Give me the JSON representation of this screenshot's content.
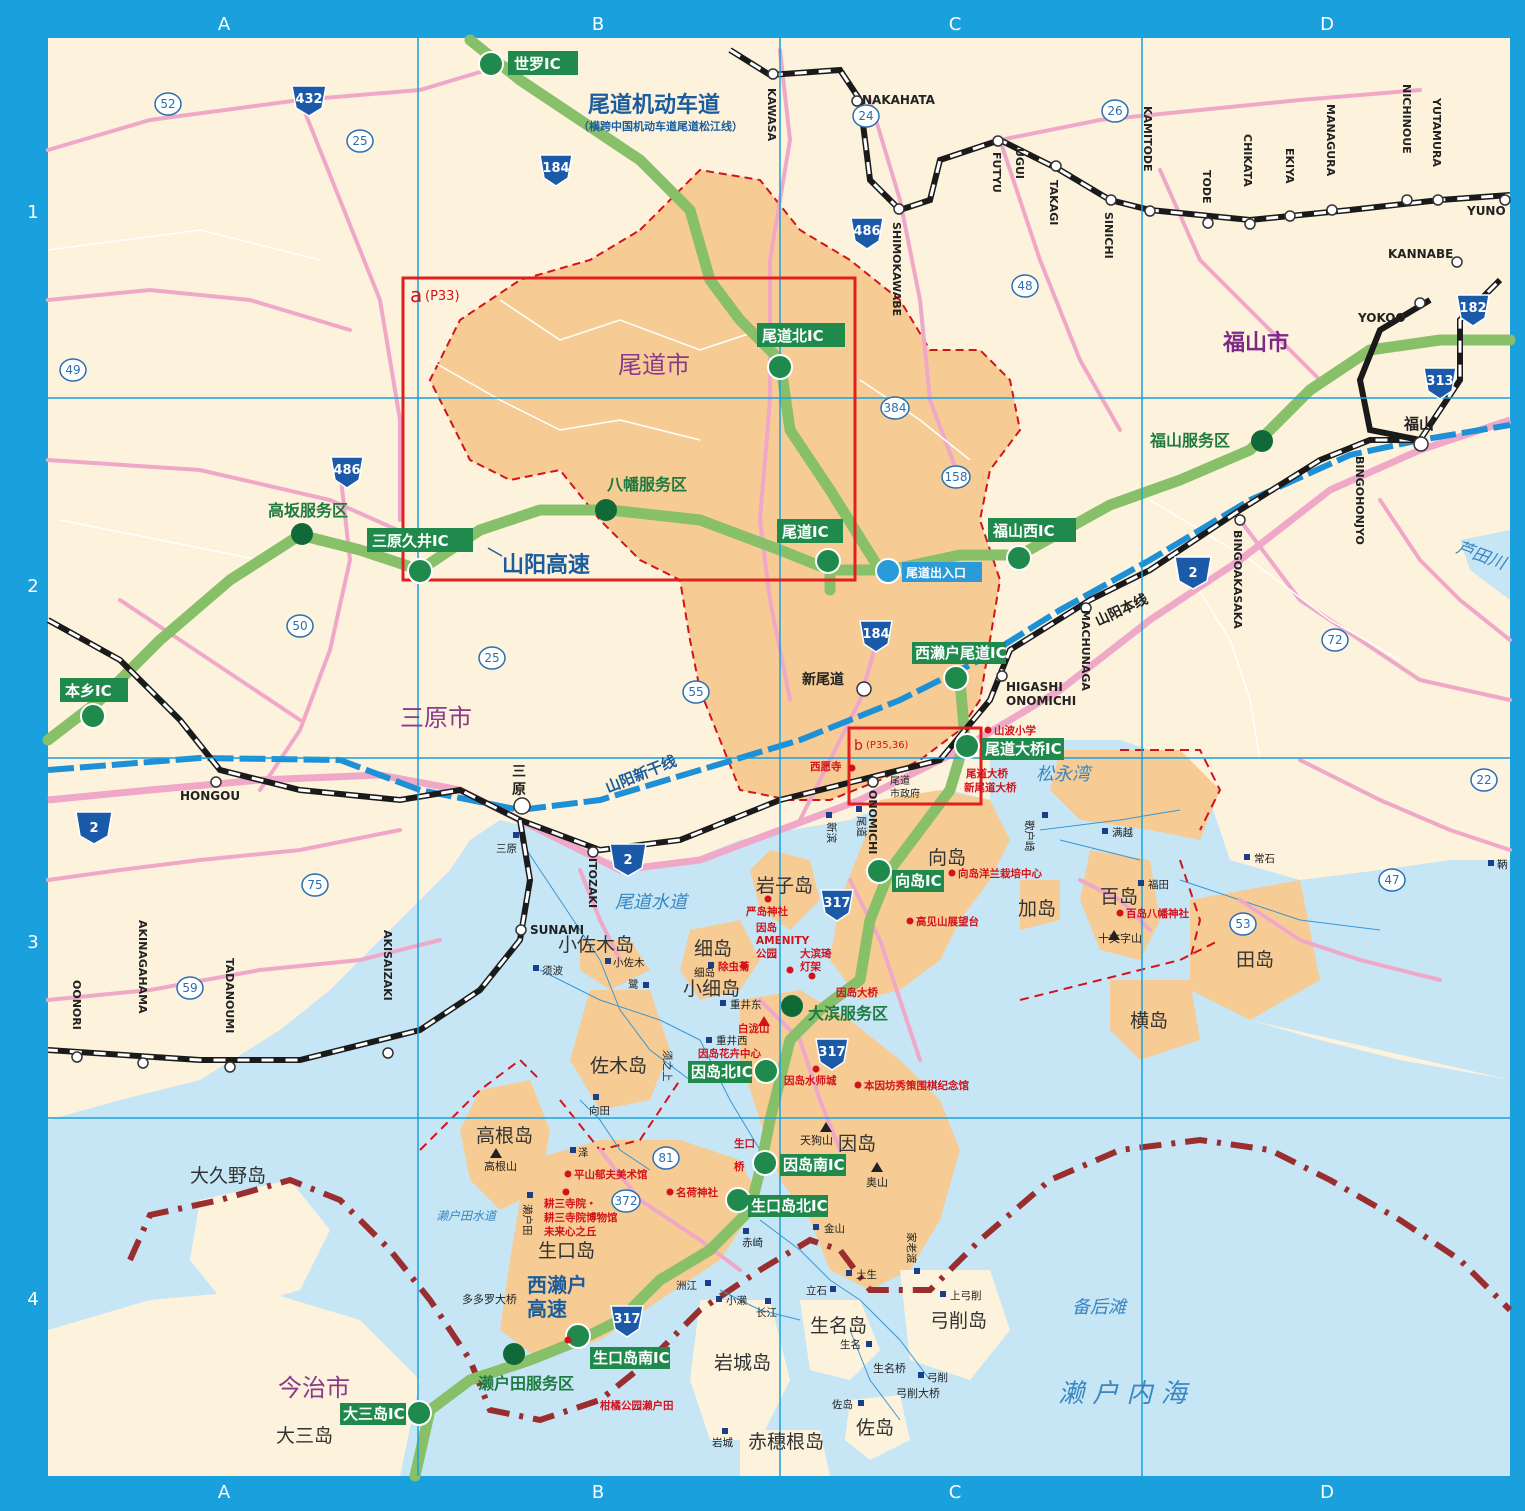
{
  "colors": {
    "frame": "#1aa0dc",
    "land": "#fdf3dd",
    "city_area": "#f6cc94",
    "sea": "#c6e6f6",
    "expressway": "#88c06a",
    "expressway_label_bg": "#1f8a4c",
    "shinkansen": "#1e90d6",
    "route_shield": "#1a5aa8",
    "boundary": "#d4121c",
    "pref_boundary": "#9a2e2e",
    "frame_box": "#e02020"
  },
  "grid": {
    "columns": [
      "A",
      "B",
      "C",
      "D"
    ],
    "rows": [
      "1",
      "2",
      "3",
      "4"
    ]
  },
  "cities": {
    "onomichi": "尾道市",
    "mihara": "三原市",
    "fukuyama": "福山市",
    "imabari": "今治市"
  },
  "expressways": {
    "onomichi_exp": "尾道机动车道",
    "onomichi_exp_sub": "（横跨中国机动车道尾道松江线）",
    "sanyo": "山阳高速",
    "nishiseto_1": "西濑户",
    "nishiseto_2": "高速"
  },
  "railways": {
    "shinkansen": "山阳新干线",
    "sanyo_main": "山阳本线"
  },
  "interchanges": [
    "世罗IC",
    "尾道北IC",
    "尾道IC",
    "三原久井IC",
    "福山西IC",
    "本乡IC",
    "西濑户尾道IC",
    "尾道大桥IC",
    "向岛IC",
    "因岛北IC",
    "因岛南IC",
    "生口岛北IC",
    "生口岛南IC",
    "大三岛IC"
  ],
  "service_areas": [
    "八幡服务区",
    "高坂服务区",
    "福山服务区",
    "大滨服务区",
    "濑户田服务区"
  ],
  "exit": "尾道出入口",
  "frames": {
    "a": "a",
    "a_page": "(P33)",
    "b": "b",
    "b_page": "(P35,36)"
  },
  "stations": {
    "shin_onomichi": "新尾道",
    "mihara_1": "三",
    "mihara_2": "原",
    "fukuyama": "福山",
    "hongou": "HONGOU",
    "nakahata": "NAKAHATA",
    "higashi_onomichi_1": "HIGASHI",
    "higashi_onomichi_2": "ONOMICHI",
    "sunami": "SUNAMI",
    "yokoo": "YOKOO",
    "kannabe": "KANNABE",
    "yuno": "YUNO",
    "onomichi_city_hall_1": "尾道",
    "onomichi_city_hall_2": "市政府"
  },
  "vertical_stations": [
    "KAWASA",
    "SHIMOKAWABE",
    "FUTYU",
    "UGUI",
    "TAKAGI",
    "SINICHI",
    "KAMITODE",
    "TODE",
    "CHIKATA",
    "EKIYA",
    "MANAGURA",
    "NICHINOUE",
    "YUTAMURA",
    "BINGOHONJYO",
    "BINGOAKASAKA",
    "MACHUNAGA",
    "ITOZAKI",
    "ONOMICHI",
    "AKINAGAHAMA",
    "TADANOUMI",
    "AKISAIZAKI",
    "OONORI"
  ],
  "routes": {
    "national": [
      "432",
      "184",
      "486",
      "2",
      "317",
      "182",
      "313"
    ],
    "prefectural": [
      "52",
      "25",
      "49",
      "24",
      "26",
      "48",
      "384",
      "158",
      "50",
      "55",
      "75",
      "59",
      "72",
      "22",
      "47",
      "53",
      "81",
      "372"
    ]
  },
  "islands": {
    "mukaishima": "向岛",
    "iwashijima": "岩子岛",
    "hosojima": "细岛",
    "kohosojima": "小细岛",
    "kosagishima": "小佐木岛",
    "sagishima": "佐木岛",
    "innoshima": "因岛",
    "takanejima": "高根岛",
    "ikuchijima": "生口岛",
    "ohkunoshima": "大久野岛",
    "kashima": "加岛",
    "momoshima": "百岛",
    "tashima": "田岛",
    "yokoshima": "横岛",
    "yugeshima": "弓削岛",
    "ikinashima": "生名岛",
    "iwagijima": "岩城岛",
    "akahonejima": "赤穗根岛",
    "sashima": "佐岛",
    "ohmishima": "大三岛"
  },
  "sea_labels": {
    "onomichi_channel": "尾道水道",
    "matsunaga_bay": "松永湾",
    "setoda_channel": "濑户田水道",
    "bingo_nada": "备后滩",
    "seto_inland_sea": "濑 户 内 海",
    "ashida_river": "芦田川"
  },
  "mountains": {
    "takane": "高根山",
    "tenguyama": "天狗山",
    "okuyama": "奥山",
    "jumonji": "十文字山",
    "shiraki": "白泷山"
  },
  "poi": {
    "saigokuji": "西愿寺",
    "sanba": "山波小学",
    "onomichi_bridge": "尾道大桥",
    "new_onomichi_bridge": "新尾道大桥",
    "orchid": "向岛洋兰栽培中心",
    "takami": "高见山展望台",
    "itsukushima": "严岛神社",
    "amenity_1": "因岛",
    "amenity_2": "AMENITY",
    "amenity_3": "公园",
    "ohama_1": "大滨琦",
    "ohama_2": "灯架",
    "jochugiku": "除虫菊",
    "flower": "因岛花卉中心",
    "innoshima_bridge": "因岛大桥",
    "suigun": "因岛水师城",
    "honinbo": "本因坊秀策围棋纪念馆",
    "momoshima_shrine": "百岛八幡神社",
    "hirayama": "平山郁夫美术馆",
    "kosanji_1": "耕三寺院・",
    "kosanji_2": "耕三寺院博物馆",
    "kosanji_3": "未来心之丘",
    "myojin": "名荷神社",
    "citrus": "柑橘公园濑户田",
    "ikuchi_bridge_1": "生口",
    "ikuchi_bridge_2": "桥",
    "tatara_1": "多多罗大桥",
    "ikina_bridge": "生名桥",
    "yuge_bridge": "弓削大桥"
  },
  "ports": [
    "三原",
    "须波",
    "小佐木",
    "鹭",
    "细岛",
    "重井东",
    "重井西",
    "须之上",
    "向田",
    "泽",
    "濑户田",
    "赤崎",
    "金山",
    "土生",
    "家老渡",
    "洲江",
    "小濑",
    "长江",
    "立石",
    "上弓削",
    "生名",
    "弓削",
    "佐岛",
    "岩城",
    "歌户崎",
    "满越",
    "常石",
    "福田",
    "鞆",
    "新滨",
    "尾道"
  ]
}
